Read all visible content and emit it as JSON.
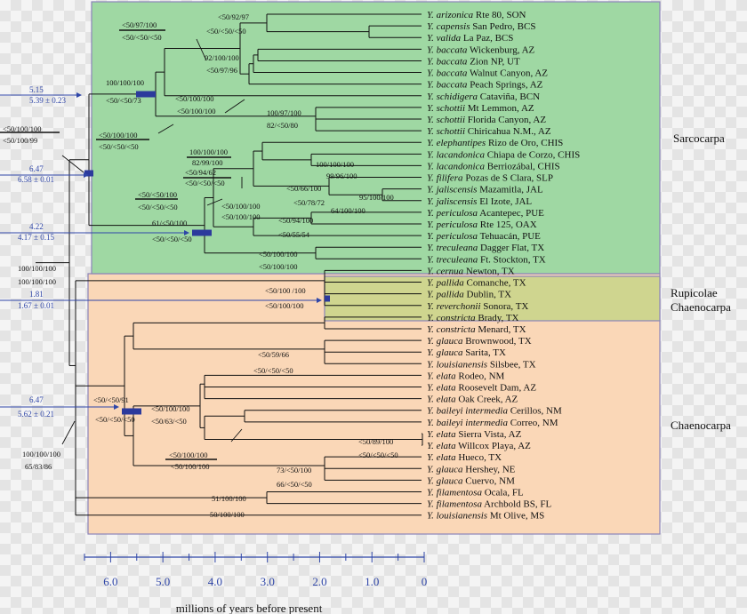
{
  "taxa": [
    {
      "species": "Y. arizonica",
      "locality": "Rte 80, SON"
    },
    {
      "species": "Y. capensis",
      "locality": "San Pedro, BCS"
    },
    {
      "species": "Y. valida",
      "locality": "La Paz, BCS"
    },
    {
      "species": "Y. baccata",
      "locality": "Wickenburg, AZ"
    },
    {
      "species": "Y. baccata",
      "locality": "Zion NP, UT"
    },
    {
      "species": "Y. baccata",
      "locality": "Walnut Canyon, AZ"
    },
    {
      "species": "Y. baccata",
      "locality": "Peach Springs, AZ"
    },
    {
      "species": "Y. schidigera",
      "locality": "Cataviña, BCN"
    },
    {
      "species": "Y. schottii",
      "locality": "Mt Lemmon, AZ"
    },
    {
      "species": "Y. schottii",
      "locality": "Florida Canyon, AZ"
    },
    {
      "species": "Y. schottii",
      "locality": "Chiricahua N.M., AZ"
    },
    {
      "species": "Y. elephantipes",
      "locality": "Rizo de Oro, CHIS"
    },
    {
      "species": "Y. lacandonica",
      "locality": "Chiapa de Corzo, CHIS"
    },
    {
      "species": "Y. lacandonica",
      "locality": "Berriozábal, CHIS"
    },
    {
      "species": "Y. filifera",
      "locality": "Pozas de S Clara, SLP"
    },
    {
      "species": "Y. jaliscensis",
      "locality": "Mazamitla, JAL"
    },
    {
      "species": "Y. jaliscensis",
      "locality": "El Izote, JAL"
    },
    {
      "species": "Y. periculosa",
      "locality": "Acantepec, PUE"
    },
    {
      "species": "Y. periculosa",
      "locality": "Rte 125, OAX"
    },
    {
      "species": "Y. periculosa",
      "locality": "Tehuacán, PUE"
    },
    {
      "species": "Y. treculeana",
      "locality": "Dagger Flat, TX"
    },
    {
      "species": "Y. treculeana",
      "locality": "Ft. Stockton, TX"
    },
    {
      "species": "Y. cernua",
      "locality": "Newton, TX"
    },
    {
      "species": "Y. pallida",
      "locality": "Comanche, TX"
    },
    {
      "species": "Y. pallida",
      "locality": "Dublin, TX"
    },
    {
      "species": "Y. reverchonii",
      "locality": "Sonora, TX"
    },
    {
      "species": "Y. constricta",
      "locality": "Brady, TX"
    },
    {
      "species": "Y. constricta",
      "locality": "Menard, TX"
    },
    {
      "species": "Y. glauca",
      "locality": "Brownwood, TX"
    },
    {
      "species": "Y. glauca",
      "locality": "Sarita, TX"
    },
    {
      "species": "Y. louisianensis",
      "locality": "Silsbee, TX"
    },
    {
      "species": "Y. elata",
      "locality": "Rodeo, NM"
    },
    {
      "species": "Y. elata",
      "locality": "Roosevelt Dam, AZ"
    },
    {
      "species": "Y. elata",
      "locality": "Oak Creek, AZ"
    },
    {
      "species": "Y. baileyi intermedia",
      "locality": "Cerillos, NM"
    },
    {
      "species": "Y. baileyi intermedia",
      "locality": "Correo, NM"
    },
    {
      "species": "Y. elata",
      "locality": "Sierra Vista, AZ"
    },
    {
      "species": "Y. elata",
      "locality": "Willcox Playa, AZ"
    },
    {
      "species": "Y. elata",
      "locality": "Hueco, TX"
    },
    {
      "species": "Y. glauca",
      "locality": "Hershey, NE"
    },
    {
      "species": "Y. glauca",
      "locality": "Cuervo, NM"
    },
    {
      "species": "Y. filamentosa",
      "locality": "Ocala, FL"
    },
    {
      "species": "Y. filamentosa",
      "locality": "Archbold BS, FL"
    },
    {
      "species": "Y. louisianensis",
      "locality": "Mt Olive, MS"
    }
  ],
  "groups": [
    "Sarcocarpa",
    "Rupicolae",
    "Chaenocarpa",
    "Chaenocarpa"
  ],
  "supports": [
    "<50/92/97",
    "<50/97/100",
    "<50/<50/<50",
    "<50/<50/<50",
    "92/100/100",
    "<50/97/96",
    "100/100/100",
    "<50/<50/73",
    "<50/100/100",
    "<50/100/100",
    "100/97/100",
    "82/<50/80",
    "<50/100/100",
    "<50/<50/<50",
    "<50/100/100",
    "<50/100/99",
    "100/100/100",
    "82/99/100",
    "100/100/100",
    "99/96/100",
    "<50/94/62",
    "<50/<50/<50",
    "<50/66/100",
    "95/100/100",
    "<50/<50/100",
    "<50/<50/<50",
    "<50/78/72",
    "64/100/100",
    "<50/100/100",
    "<50/100/100",
    "<50/94/100",
    "61/<50/100",
    "<50/55/54",
    "<50/<50/<50",
    "<50/100/100",
    "<50/100/100",
    "100/100/100",
    "100/100/100",
    "<50/100 /100",
    "<50/100/100",
    "<50/59/66",
    "<50/<50/<50",
    "<50/100/100",
    "<50/<50/91",
    "<50/63/<50",
    "<50/<50/<50",
    "<50/100/100",
    "<50/100/100",
    "<50/89/100",
    "<50/<50/<50",
    "73/<50/100",
    "66/<50/<50",
    "51/100/100",
    "50/100/100",
    "100/100/100",
    "65/83/86"
  ],
  "age_labels": [
    "5.15",
    "5.39 ± 0.23",
    "6.47",
    "6.58 ± 0.01",
    "4.22",
    "4.17 ± 0.15",
    "1.81",
    "1.67 ± 0.01",
    "6.47",
    "5.62 ± 0.21"
  ],
  "axis": {
    "ticks": [
      "6.0",
      "5.0",
      "4.0",
      "3.0",
      "2.0",
      "1.0",
      "0"
    ],
    "label": "millions of years before present"
  },
  "colors": {
    "sarcocarpa_box": "#9fd8a3",
    "rupicolae_box": "#cfd58f",
    "chaenocarpa_box": "#fad7b7",
    "box_border": "#8b84b8",
    "node_bar": "#2c3a9c",
    "age_text": "#2f46a8"
  }
}
